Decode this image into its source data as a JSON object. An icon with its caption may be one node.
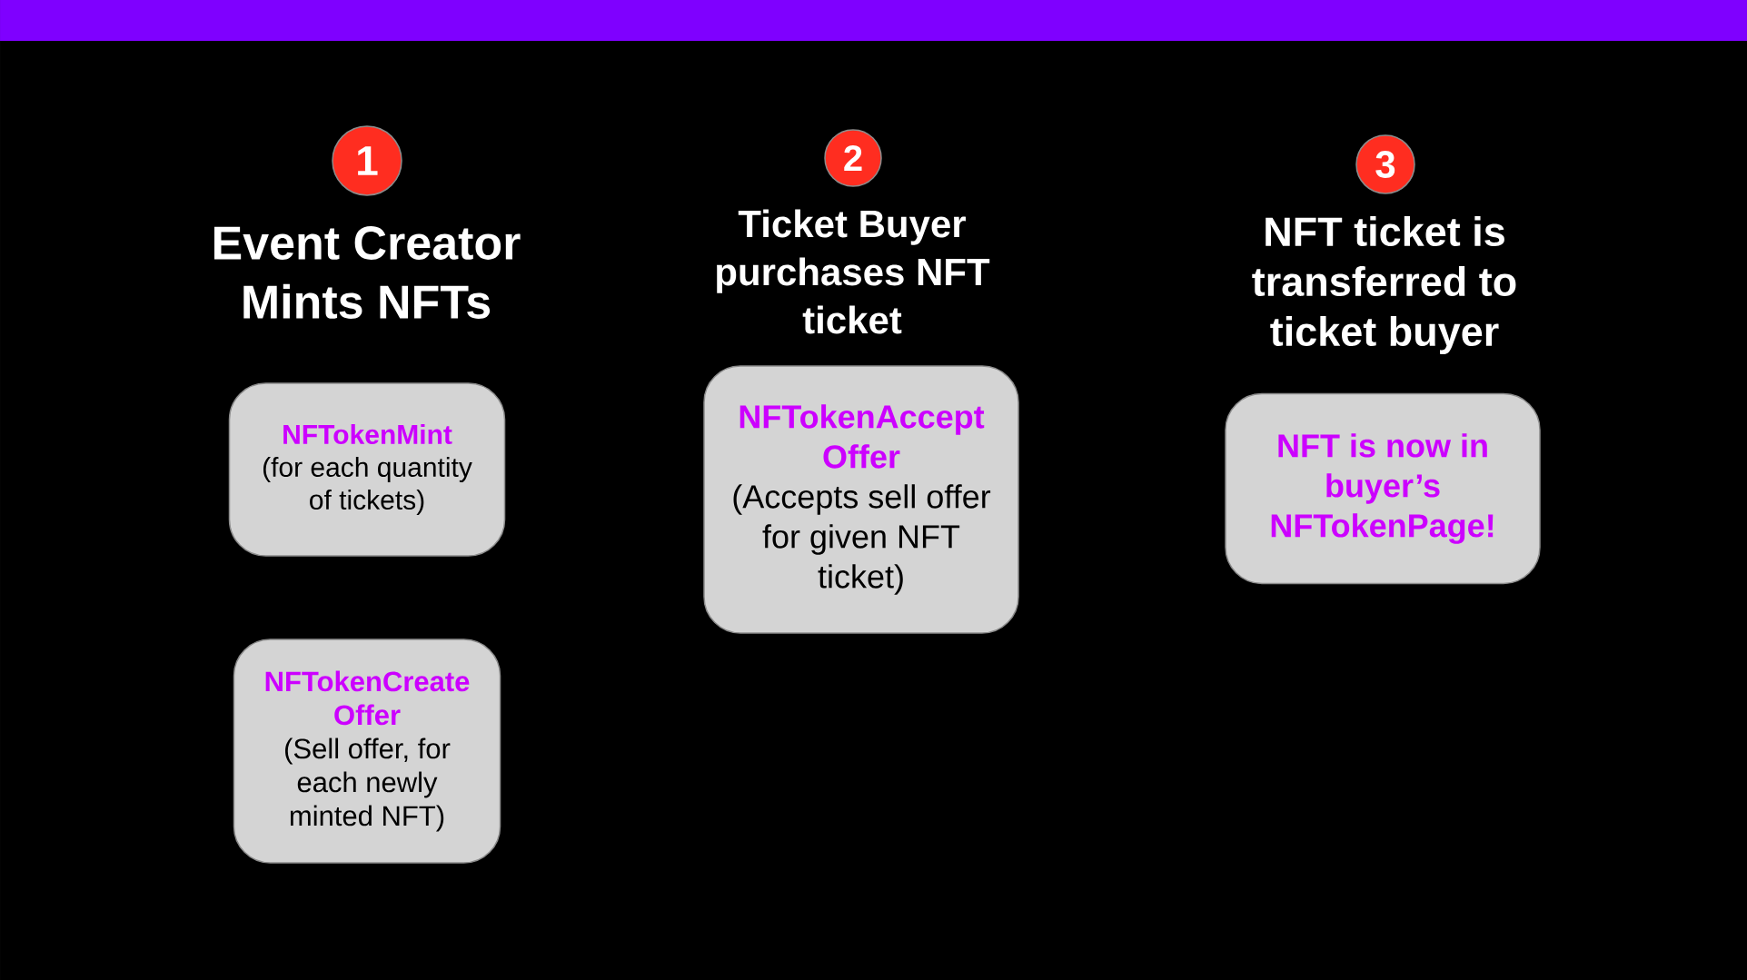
{
  "diagram": {
    "nodes": [
      {
        "text": [
          "1"
        ],
        "beside": [
          "Event Creator Mints NFTs"
        ]
      },
      {
        "text": [
          "NFTokenMint",
          "(for each quantity of tickets)"
        ]
      },
      {
        "text": [
          "NFTokenCreate Offer",
          "(Sell offer, for each newly minted NFT)"
        ]
      },
      {
        "text": [
          "2"
        ],
        "beside": [
          "Ticket Buyer purchases NFT ticket"
        ]
      },
      {
        "text": [
          "NFTokenAccept Offer",
          "(Accepts sell offer for given NFT ticket)"
        ]
      },
      {
        "text": [
          "3"
        ],
        "beside": [
          "NFT ticket is transferred to ticket buyer"
        ]
      },
      {
        "text": [
          "NFT is now in buyer’s NFTokenPage!"
        ]
      }
    ]
  }
}
